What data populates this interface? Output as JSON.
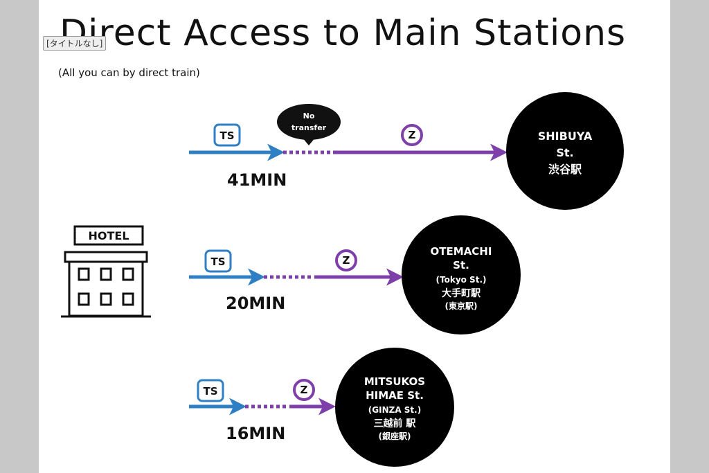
{
  "tooltip": "[タイトルなし]",
  "title": "Direct Access to Main Stations",
  "subtitle": "(All you can by direct train)",
  "hotel": {
    "label": "HOTEL"
  },
  "note": {
    "line1": "No",
    "line2": "transfer"
  },
  "colors": {
    "ts_line": "#2e7fc4",
    "z_line": "#7e3fab",
    "station_fill": "#000000",
    "background": "#c8c8c8"
  },
  "routes": [
    {
      "line1": "TS",
      "line2": "Z",
      "duration": "41MIN",
      "station": [
        "SHIBUYA",
        "St.",
        "渋谷駅"
      ]
    },
    {
      "line1": "TS",
      "line2": "Z",
      "duration": "20MIN",
      "station": [
        "OTEMACHI",
        "St.",
        "(Tokyo St.)",
        "大手町駅",
        "(東京駅)"
      ]
    },
    {
      "line1": "TS",
      "line2": "Z",
      "duration": "16MIN",
      "station": [
        "MITSUKOS",
        "HIMAE St.",
        "(GINZA St.)",
        "三越前 駅",
        "(銀座駅)"
      ]
    }
  ]
}
